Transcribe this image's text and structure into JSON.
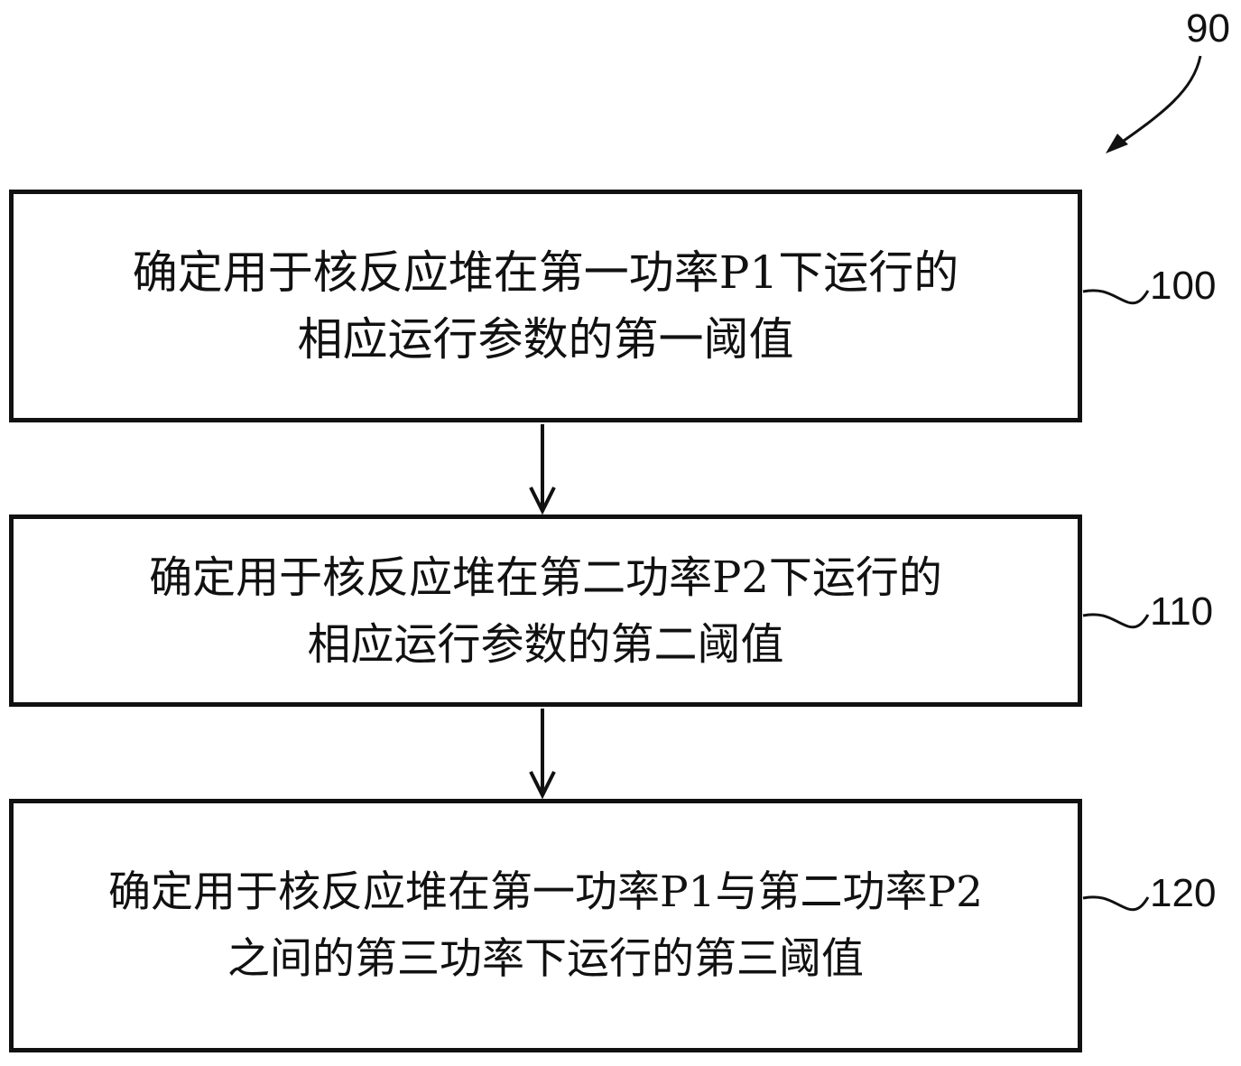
{
  "figure_ref": "90",
  "steps": [
    {
      "ref": "100",
      "line1": "确定用于核反应堆在第一功率P1下运行的",
      "line2": "相应运行参数的第一阈值"
    },
    {
      "ref": "110",
      "line1": "确定用于核反应堆在第二功率P2下运行的",
      "line2": "相应运行参数的第二阈值"
    },
    {
      "ref": "120",
      "line1": "确定用于核反应堆在第一功率P1与第二功率P2",
      "line2": "之间的第三功率下运行的第三阈值"
    }
  ]
}
